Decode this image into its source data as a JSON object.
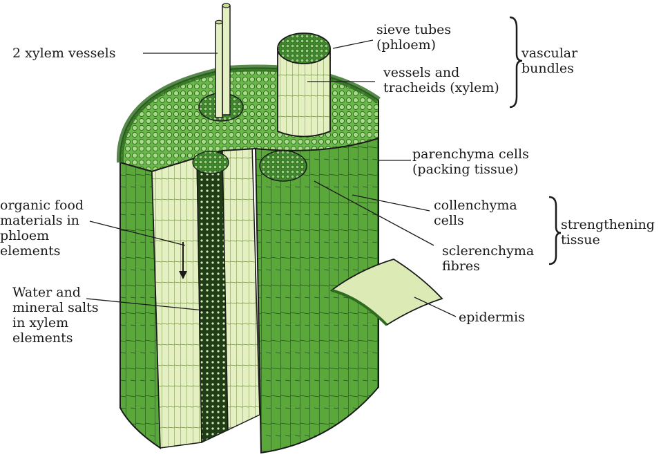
{
  "labels": {
    "xylem_vessels": "2 xylem vessels",
    "sieve_tubes": [
      "sieve tubes",
      "(phloem)"
    ],
    "vessels_tracheids": [
      "vessels and",
      "tracheids (xylem)"
    ],
    "vascular_bundles": [
      "vascular",
      "bundles"
    ],
    "parenchyma": [
      "parenchyma cells",
      "(packing tissue)"
    ],
    "collenchyma": [
      "collenchyma",
      "cells"
    ],
    "sclerenchyma": [
      "sclerenchyma",
      "fibres"
    ],
    "strengthening_tissue": [
      "strengthening",
      "tissue"
    ],
    "organic_food": [
      "organic food",
      "materials in",
      "phloem",
      "elements"
    ],
    "water_minerals": [
      "Water and",
      "mineral salts",
      "in xylem",
      "elements"
    ],
    "epidermis": "epidermis"
  },
  "colors": {
    "tissue_green": "#5aa83a",
    "dark_green": "#2e6b1f",
    "pale_xylem": "#dcebb5",
    "phloem_dark": "#1f3d16",
    "outline": "#1a1a1a"
  }
}
